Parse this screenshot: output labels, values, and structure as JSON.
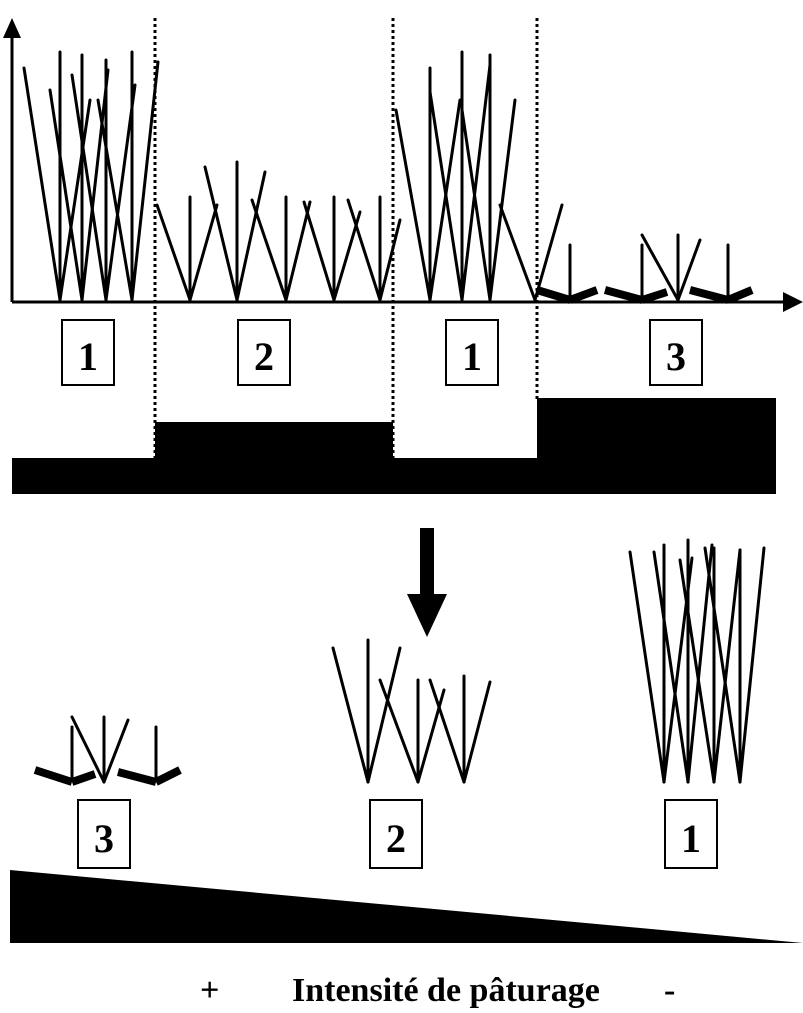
{
  "top_panel": {
    "zones": [
      "1",
      "2",
      "1",
      "3"
    ]
  },
  "bottom_panel": {
    "groups": [
      "3",
      "2",
      "1"
    ]
  },
  "caption": {
    "plus": "+",
    "label": "Intensité de pâturage",
    "minus": "-"
  },
  "colors": {
    "ink": "#000000",
    "background": "#ffffff"
  }
}
